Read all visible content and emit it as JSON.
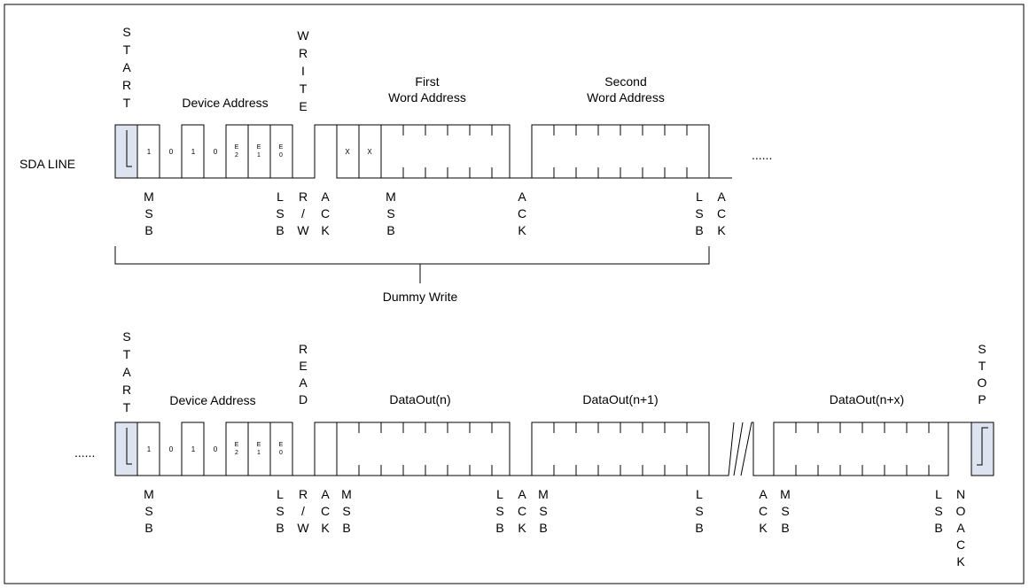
{
  "sda_line": "SDA LINE",
  "dummy_write": "Dummy Write",
  "ellipsis": "......",
  "colors": {
    "stroke": "#000000",
    "frame_fill": "#dde4ef",
    "background": "#ffffff"
  },
  "write_seq": {
    "start": [
      "S",
      "T",
      "A",
      "R",
      "T"
    ],
    "device_address": "Device Address",
    "rw_marker": [
      "W",
      "R",
      "I",
      "T",
      "E"
    ],
    "first_word_address": [
      "First",
      "Word Address"
    ],
    "second_word_address": [
      "Second",
      "Word Address"
    ],
    "bits": [
      "1",
      "0",
      "1",
      "0"
    ],
    "e_bits": [
      [
        "E",
        "2"
      ],
      [
        "E",
        "1"
      ],
      [
        "E",
        "0"
      ]
    ],
    "x_bits": [
      "X",
      "X"
    ],
    "below": [
      [
        "M",
        "S",
        "B"
      ],
      [
        "L",
        "S",
        "B"
      ],
      [
        "R",
        "/",
        "W"
      ],
      [
        "A",
        "C",
        "K"
      ],
      [
        "M",
        "S",
        "B"
      ],
      [
        "A",
        "C",
        "K"
      ],
      [
        "L",
        "S",
        "B"
      ],
      [
        "A",
        "C",
        "K"
      ]
    ]
  },
  "read_seq": {
    "start": [
      "S",
      "T",
      "A",
      "R",
      "T"
    ],
    "device_address": "Device Address",
    "rw_marker": [
      "R",
      "E",
      "A",
      "D"
    ],
    "data_out": [
      "DataOut(n)",
      "DataOut(n+1)",
      "DataOut(n+x)"
    ],
    "stop": [
      "S",
      "T",
      "O",
      "P"
    ],
    "bits": [
      "1",
      "0",
      "1",
      "0"
    ],
    "e_bits": [
      [
        "E",
        "2"
      ],
      [
        "E",
        "1"
      ],
      [
        "E",
        "0"
      ]
    ],
    "below": [
      [
        "M",
        "S",
        "B"
      ],
      [
        "L",
        "S",
        "B"
      ],
      [
        "R",
        "/",
        "W"
      ],
      [
        "A",
        "C",
        "K"
      ],
      [
        "M",
        "S",
        "B"
      ],
      [
        "L",
        "S",
        "B"
      ],
      [
        "A",
        "C",
        "K"
      ],
      [
        "M",
        "S",
        "B"
      ],
      [
        "L",
        "S",
        "B"
      ],
      [
        "A",
        "C",
        "K"
      ],
      [
        "M",
        "S",
        "B"
      ],
      [
        "L",
        "S",
        "B"
      ],
      [
        "N",
        "O",
        "A",
        "C",
        "K"
      ]
    ]
  }
}
